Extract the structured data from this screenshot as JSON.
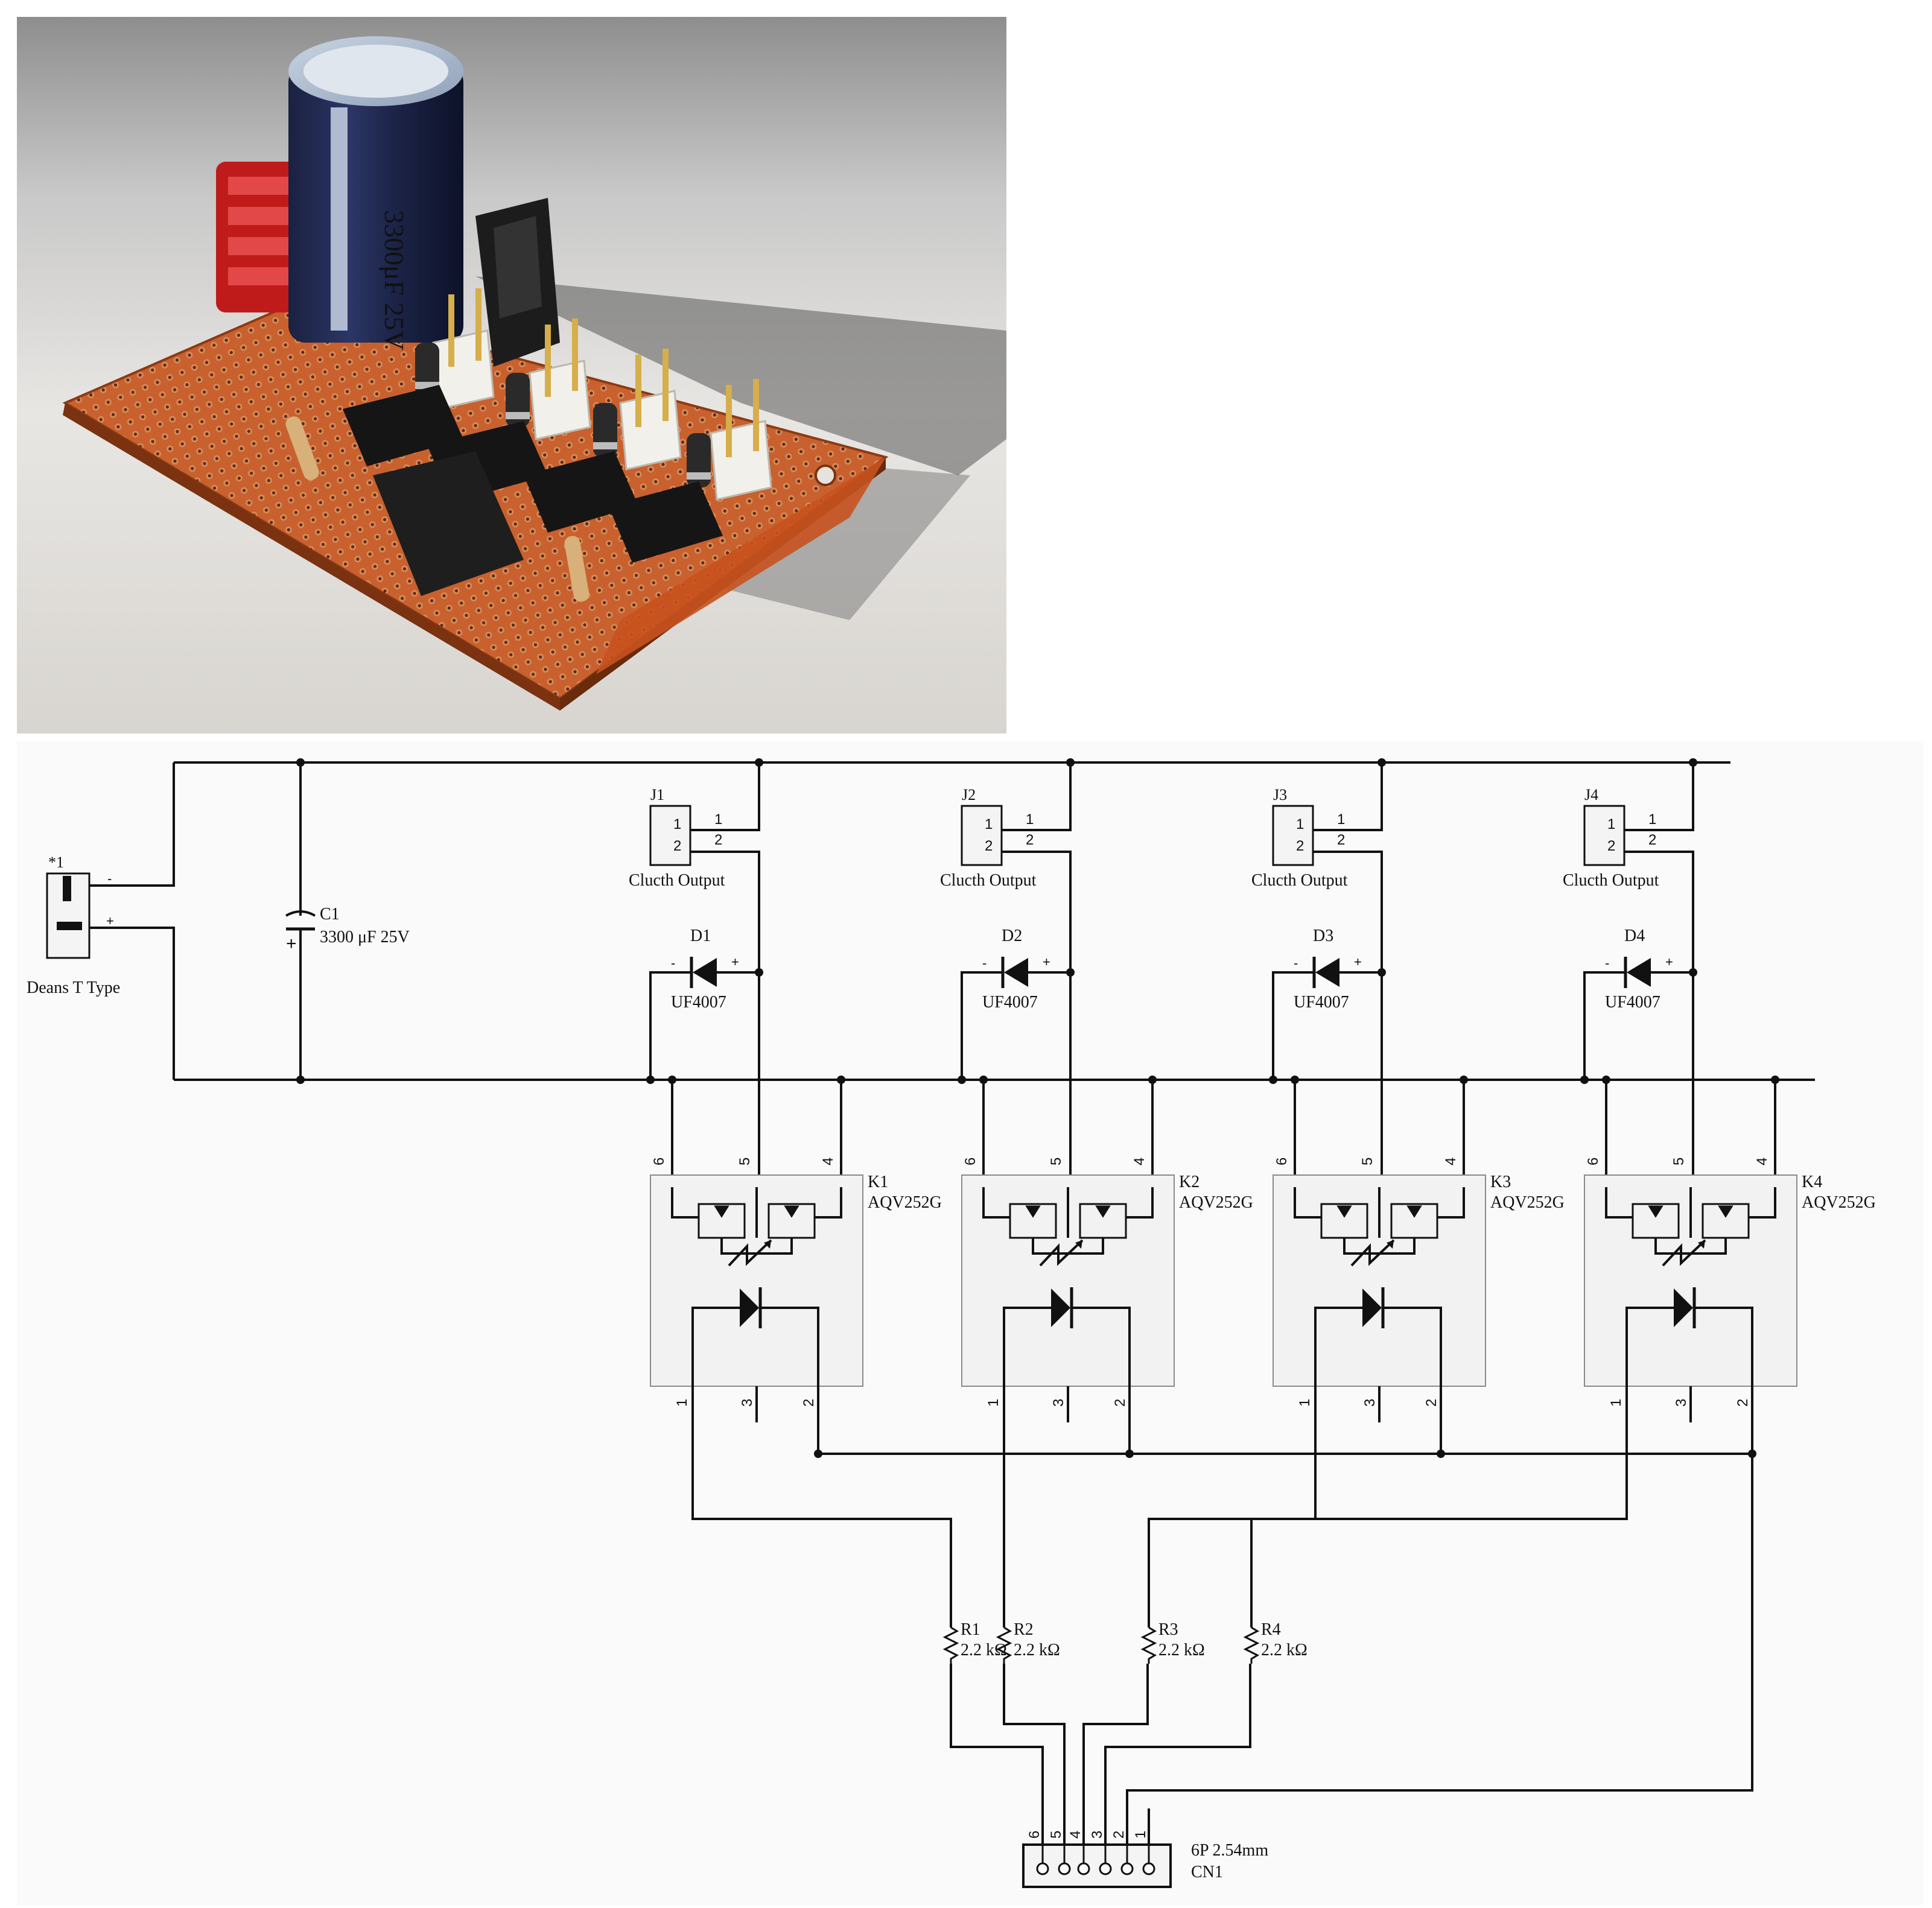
{
  "photo": {
    "capacitor_marking": "3300μF 25V"
  },
  "schematic": {
    "power_connector": {
      "ref": "*1",
      "name": "Deans T Type",
      "pins": [
        "-",
        "+"
      ]
    },
    "capacitor": {
      "ref": "C1",
      "value": "3300 μF 25V",
      "polarity": "+"
    },
    "channels": [
      {
        "connector": {
          "ref": "J1",
          "label": "Clucth Output",
          "pins": [
            "1",
            "2"
          ]
        },
        "diode": {
          "ref": "D1",
          "part": "UF4007",
          "anode": "-",
          "cathode": "+"
        },
        "relay": {
          "ref": "K1",
          "part": "AQV252G",
          "top_pins": [
            "6",
            "5",
            "4"
          ],
          "bottom_pins": [
            "1",
            "3",
            "2"
          ]
        },
        "resistor": {
          "ref": "R1",
          "value": "2.2 kΩ"
        }
      },
      {
        "connector": {
          "ref": "J2",
          "label": "Clucth Output",
          "pins": [
            "1",
            "2"
          ]
        },
        "diode": {
          "ref": "D2",
          "part": "UF4007",
          "anode": "-",
          "cathode": "+"
        },
        "relay": {
          "ref": "K2",
          "part": "AQV252G",
          "top_pins": [
            "6",
            "5",
            "4"
          ],
          "bottom_pins": [
            "1",
            "3",
            "2"
          ]
        },
        "resistor": {
          "ref": "R2",
          "value": "2.2 kΩ"
        }
      },
      {
        "connector": {
          "ref": "J3",
          "label": "Clucth Output",
          "pins": [
            "1",
            "2"
          ]
        },
        "diode": {
          "ref": "D3",
          "part": "UF4007",
          "anode": "-",
          "cathode": "+"
        },
        "relay": {
          "ref": "K3",
          "part": "AQV252G",
          "top_pins": [
            "6",
            "5",
            "4"
          ],
          "bottom_pins": [
            "1",
            "3",
            "2"
          ]
        },
        "resistor": {
          "ref": "R3",
          "value": "2.2 kΩ"
        }
      },
      {
        "connector": {
          "ref": "J4",
          "label": "Clucth Output",
          "pins": [
            "1",
            "2"
          ]
        },
        "diode": {
          "ref": "D4",
          "part": "UF4007",
          "anode": "-",
          "cathode": "+"
        },
        "relay": {
          "ref": "K4",
          "part": "AQV252G",
          "top_pins": [
            "6",
            "5",
            "4"
          ],
          "bottom_pins": [
            "1",
            "3",
            "2"
          ]
        },
        "resistor": {
          "ref": "R4",
          "value": "2.2 kΩ"
        }
      }
    ],
    "header": {
      "ref": "CN1",
      "part": "6P 2.54mm",
      "pins": [
        "6",
        "5",
        "4",
        "3",
        "2",
        "1"
      ]
    },
    "colors": {
      "wire": "#111111",
      "background": "#fafafa",
      "relay_fill": "#f2f2f2",
      "relay_border": "#8a8a8a"
    }
  }
}
